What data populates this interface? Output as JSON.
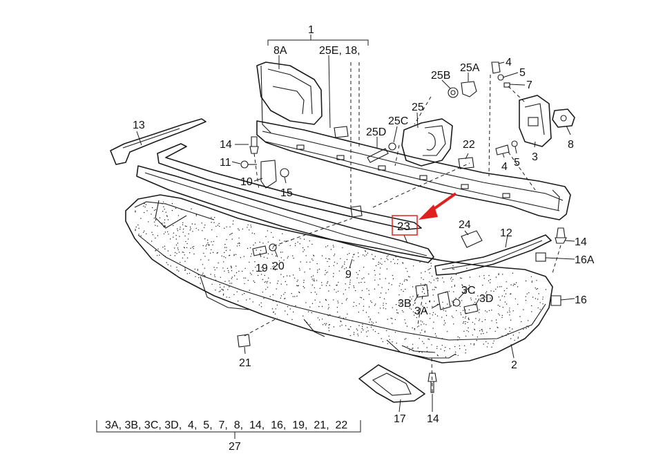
{
  "diagram": {
    "labels": {
      "l1": "1",
      "l8A": "8A",
      "l25E": "25E, 18,",
      "l4a": "4",
      "l5": "5",
      "l7": "7",
      "l25B": "25B",
      "l25A": "25A",
      "l25": "25",
      "l25C": "25C",
      "l25D": "25D",
      "l8": "8",
      "l3": "3",
      "l4b": "4",
      "l5b": "5",
      "l13": "13",
      "l14a": "14",
      "l11": "11",
      "l10": "10",
      "l15": "15",
      "l22": "22",
      "l23": "23",
      "l24": "24",
      "l12": "12",
      "l14b": "14",
      "l16A": "16A",
      "l19": "19",
      "l20": "20",
      "l9": "9",
      "l3C": "3C",
      "l3B": "3B",
      "l3A": "3A",
      "l3D": "3D",
      "l16": "16",
      "l21": "21",
      "l2": "2",
      "l17": "17",
      "l14c": "14",
      "l27": "27"
    },
    "kit_list": "3A, 3B, 3C, 3D,  4,  5,  7,  8,  14,  16,  19,  21,  22",
    "highlight_color": "#e0201c",
    "line_color": "#1a1a1a"
  }
}
